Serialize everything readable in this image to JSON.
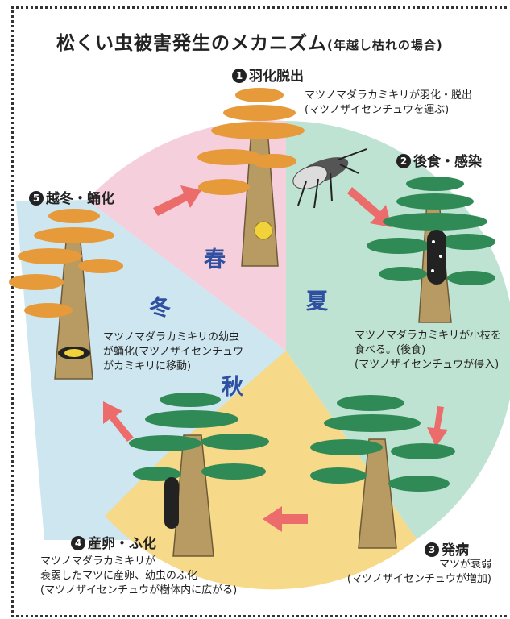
{
  "title": "松くい虫被害発生のメカニズム",
  "subtitle": "(年越し枯れの場合)",
  "seasons": {
    "spring": "春",
    "summer": "夏",
    "autumn": "秋",
    "winter": "冬"
  },
  "stages": [
    {
      "num": "1",
      "label": "羽化脱出",
      "desc": [
        "マツノマダラカミキリが羽化・脱出",
        "(マツノザイセンチュウを運ぶ)"
      ]
    },
    {
      "num": "2",
      "label": "後食・感染",
      "desc": [
        "マツノマダラカミキリが小枝を",
        "食べる。(後食)",
        "(マツノザイセンチュウが侵入)"
      ]
    },
    {
      "num": "3",
      "label": "発病",
      "desc": [
        "マツが衰弱",
        "(マツノザイセンチュウが増加)"
      ]
    },
    {
      "num": "4",
      "label": "産卵・ふ化",
      "desc": [
        "マツノマダラカミキリが",
        "衰弱したマツに産卵、幼虫のふ化",
        "(マツノザイセンチュウが樹体内に広がる)"
      ]
    },
    {
      "num": "5",
      "label": "越冬・蛹化",
      "desc": [
        "マツノマダラカミキリの幼虫",
        "が蛹化(マツノザイセンチュウ",
        "がカミキリに移動)"
      ]
    }
  ],
  "colors": {
    "spring": "#f6cfdc",
    "summer": "#bfe3d3",
    "autumn": "#f7d98a",
    "winter": "#cde6ef",
    "arrow": "#ec6b6b",
    "trunk": "#b89a63",
    "orange_foliage": "#e79a3a",
    "green_foliage": "#2f8a56"
  }
}
